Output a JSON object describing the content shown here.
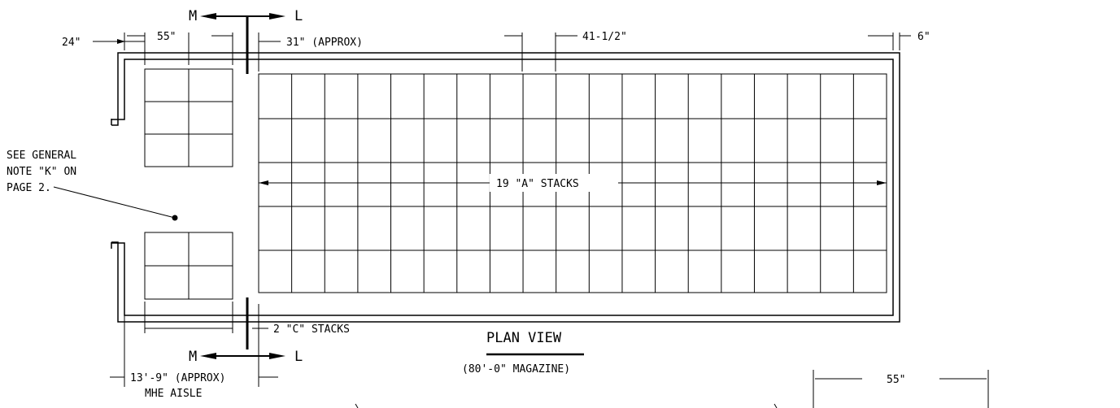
{
  "labels": {
    "section_top_left": "M",
    "section_top_right": "L",
    "section_bottom_left": "M",
    "section_bottom_right": "L",
    "dim_24": "24\"",
    "dim_55_top": "55\"",
    "dim_31": "31\" (APPROX)",
    "dim_41": "41-1/2\"",
    "dim_6": "6\"",
    "note_line1": "SEE GENERAL",
    "note_line2": "NOTE \"K\" ON",
    "note_line3": "PAGE 2.",
    "a_stacks": "19 \"A\" STACKS",
    "c_stacks": "2 \"C\" STACKS",
    "plan_view": "PLAN VIEW",
    "magazine": "(80'-0\" MAGAZINE)",
    "aisle_dim": "13'-9\" (APPROX)",
    "aisle_label": "MHE AISLE",
    "dim_55_detail": "55\""
  },
  "a_stacks_count": 19,
  "a_stacks_rows": 5,
  "c_stacks_count": 2,
  "c_block_top_rows": 3,
  "c_block_bottom_rows": 2,
  "line_color": "#000000"
}
